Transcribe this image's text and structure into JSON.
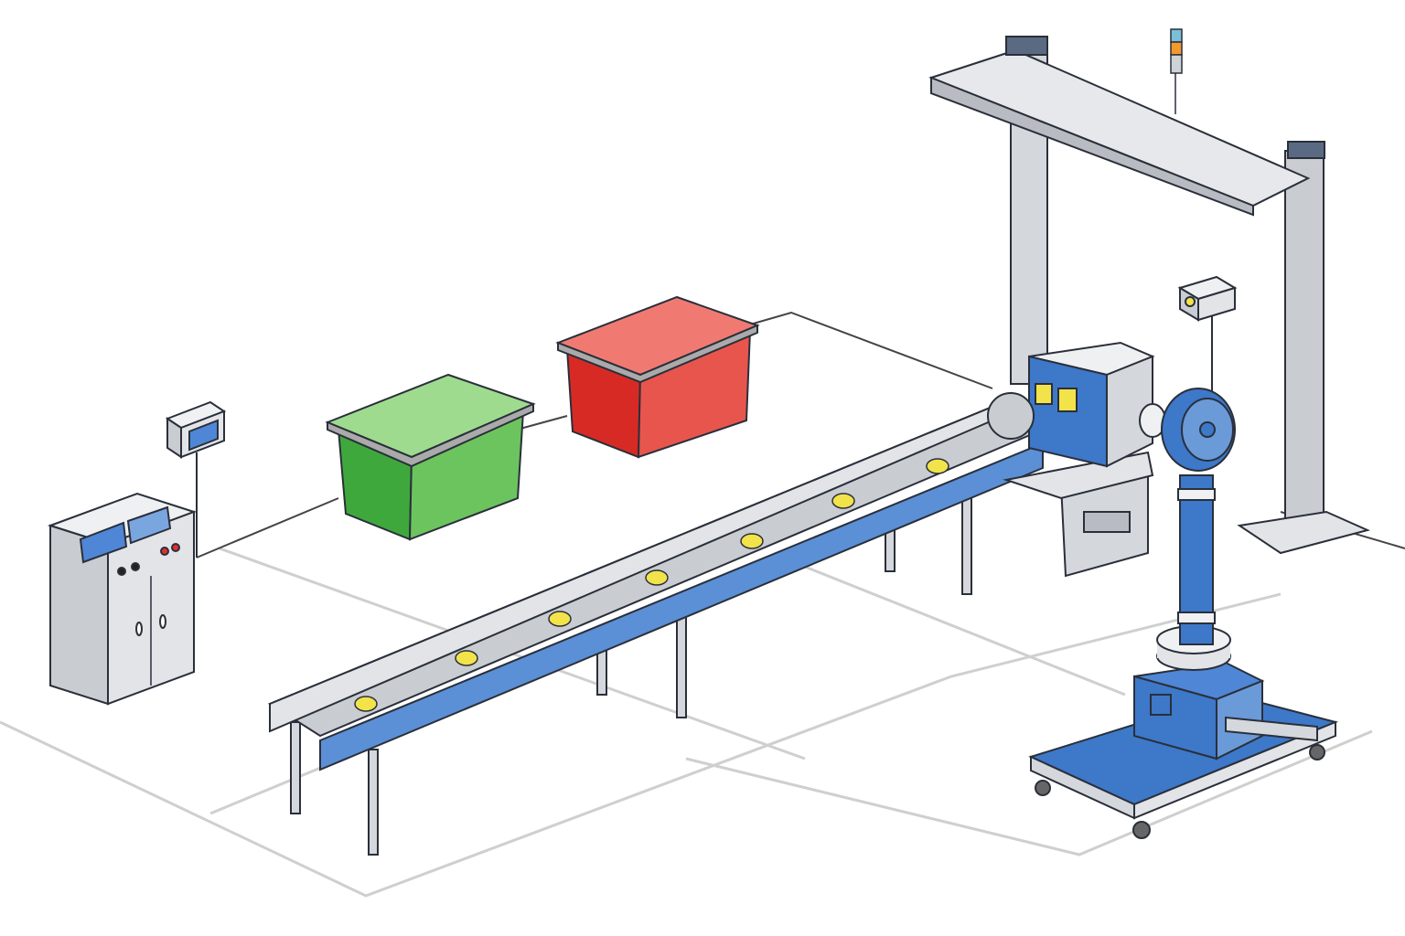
{
  "scene": {
    "colors": {
      "background": "#ffffff",
      "floor_lines": "#c8c8c8",
      "steel": "#d4d7dc",
      "steel_dark": "#9ea3aa",
      "outline": "#2a2f3a",
      "blue": "#3d78c9",
      "blue_light": "#6a9ad8",
      "green_bin": "#4cb84a",
      "red_bin": "#e0302c",
      "product_yellow": "#f2e34a",
      "screen": "#4f86d6",
      "button_red": "#e0302c"
    },
    "icons": [
      "control-cabinet",
      "wall-panel-box",
      "green-bin",
      "red-bin",
      "conveyor",
      "product-item",
      "gantry-frame",
      "stack-light",
      "inspection-machine",
      "robot-arm",
      "mobile-platform"
    ]
  }
}
